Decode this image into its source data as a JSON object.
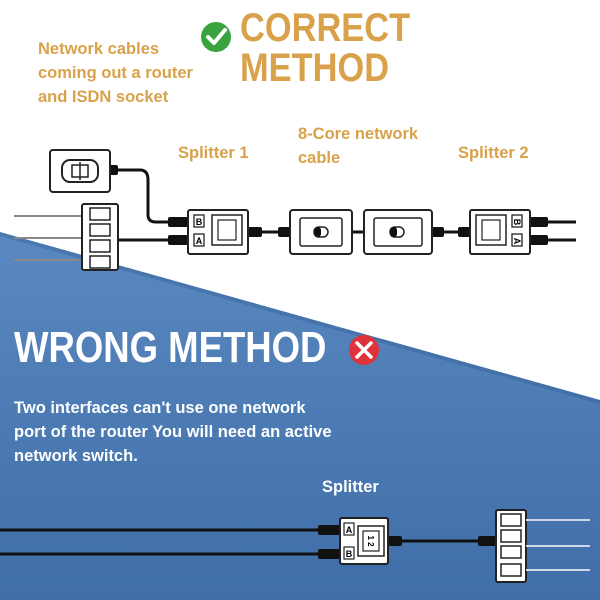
{
  "correct": {
    "heading": "CORRECT METHOD",
    "description": "Network cables coming out a router and ISDN socket",
    "labels": {
      "splitter_1": "Splitter 1",
      "cable": "8-Core network cable",
      "splitter_2": "Splitter 2"
    },
    "port_letters": {
      "upper": "B",
      "lower": "A"
    }
  },
  "wrong": {
    "heading": "WRONG METHOD",
    "description": "Two interfaces can't use one network port of the router You will need an active network switch.",
    "splitter_label": "Splitter",
    "port_letters": {
      "upper": "A",
      "lower": "B"
    },
    "splitter_numbers": "1 2"
  },
  "colors": {
    "accent_tan": "#d9a24a",
    "check_green": "#3aa340",
    "cross_red": "#e0323a",
    "blue_panel": "#4f7eb8",
    "blue_dark": "#3e6aa3",
    "cable": "#111111"
  },
  "icons": [
    "check-icon",
    "cross-icon",
    "wall-socket-icon",
    "router-icon",
    "splitter-icon",
    "coupler-icon"
  ]
}
